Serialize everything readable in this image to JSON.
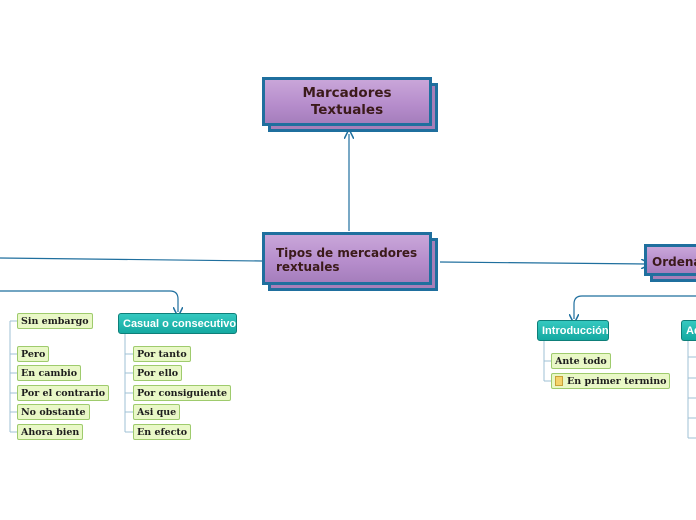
{
  "root": {
    "title_line1": "Marcadores",
    "title_line2": "Textuales"
  },
  "center": {
    "title_line1": "Tipos de mercadores",
    "title_line2": "rextuales"
  },
  "right_branch": {
    "title": "Ordena"
  },
  "categories": {
    "casual": "Casual o consecutivo",
    "introduccion": "Introducción",
    "partial_right": "Ad"
  },
  "left_items": [
    "Sin embargo",
    "Pero",
    "En cambio",
    "Por el contrario",
    "No obstante",
    "Ahora bien"
  ],
  "casual_items": [
    "Por tanto",
    "Por ello",
    "Por consiguiente",
    "Asi que",
    "En efecto"
  ],
  "intro_items": [
    "Ante todo",
    "En primer termino"
  ],
  "colors": {
    "link": "#1f6f9e",
    "teal": "#14a9a1",
    "leaf_bg": "#e9f8c7",
    "purple": "#b58ccb"
  }
}
